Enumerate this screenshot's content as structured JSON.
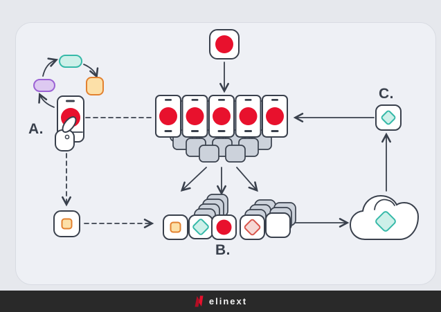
{
  "labels": {
    "step_a": "A.",
    "step_b": "B.",
    "step_c": "C."
  },
  "footer": {
    "brand": "elinext"
  },
  "colors": {
    "outer-bg": "#e6e8ed",
    "panel-bg": "#eef0f5",
    "panel-border": "#d8dbe2",
    "ink": "#39404c",
    "red": "#e8112d",
    "gray-fill": "#ccd2db",
    "teal": "#35b9a8",
    "teal-light": "#cdf0e9",
    "purple": "#9b62d4",
    "purple-light": "#ddc9f1",
    "orange": "#e2812f",
    "orange-light": "#fce0a8",
    "pink": "#d9564c",
    "pink-light": "#f6d8d4",
    "footer-bg": "#292929",
    "footer-text": "#f2f2f2",
    "logo-red": "#e8112d",
    "logo-dark-red": "#b30e24"
  },
  "icons": {
    "cycle_teal": "teal-pill-icon",
    "cycle_purple": "purple-pill-icon",
    "cycle_orange": "orange-app-icon",
    "hand_phone": "hand-holding-phone-icon",
    "source_app": "red-dot-app-icon",
    "device_fleet": "smartphone-fleet-icon",
    "build_orange": "orange-square-app-icon",
    "build_teal": "teal-diamond-app-icon",
    "build_red": "red-dot-app-icon",
    "build_pink": "pink-diamond-app-icon",
    "build_blank": "blank-app-icon",
    "cloud": "cloud-with-diamond-icon",
    "release_app": "teal-diamond-app-icon",
    "logo": "elinext-n-logo-icon"
  }
}
